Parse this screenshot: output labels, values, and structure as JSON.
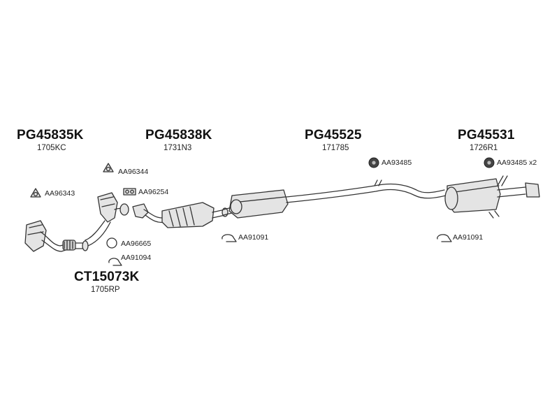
{
  "assemblies": [
    {
      "code": "PG45835K",
      "ref": "1705KC"
    },
    {
      "code": "PG45838K",
      "ref": "1731N3"
    },
    {
      "code": "PG45525",
      "ref": "171785"
    },
    {
      "code": "PG45531",
      "ref": "1726R1"
    },
    {
      "code": "CT15073K",
      "ref": "1705RP"
    }
  ],
  "accessories": [
    {
      "label": "AA96344",
      "icon": "triangle-gasket-icon"
    },
    {
      "label": "AA96343",
      "icon": "triangle-gasket-icon"
    },
    {
      "label": "AA96254",
      "icon": "double-gasket-icon"
    },
    {
      "label": "AA96665",
      "icon": "ring-gasket-icon"
    },
    {
      "label": "AA91094",
      "icon": "clamp-icon"
    },
    {
      "label": "AA91091",
      "icon": "clamp-icon"
    },
    {
      "label": "AA93485",
      "icon": "rubber-mount-icon"
    },
    {
      "label": "AA93485 x2",
      "icon": "rubber-mount-icon"
    },
    {
      "label": "AA91091",
      "icon": "clamp-icon"
    }
  ]
}
